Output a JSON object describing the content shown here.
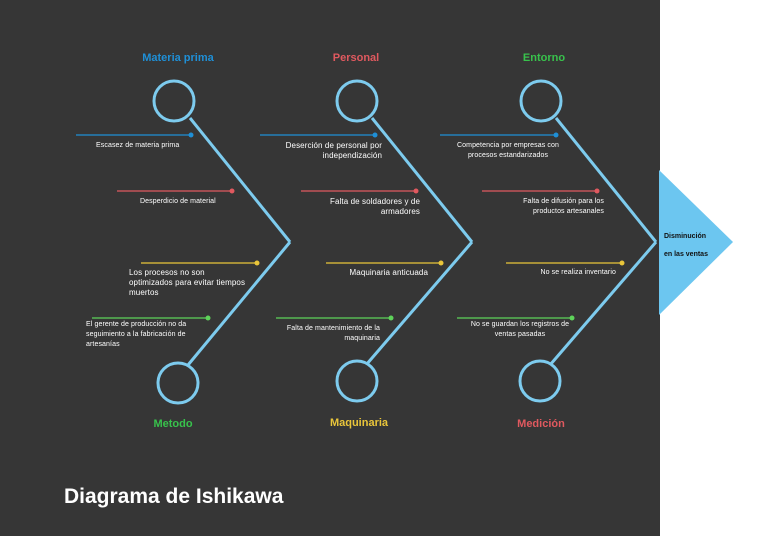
{
  "title": "Diagrama de Ishikawa",
  "effect": [
    "Disminución",
    "en las ventas"
  ],
  "colors": {
    "background": "#363636",
    "bone": "#7dcbee",
    "head": "#6cc6f0",
    "blue": "#1f8fd6",
    "red": "#e0595f",
    "yellow": "#e9c53a",
    "green": "#5ed35a"
  },
  "categories": [
    {
      "name": "Materia prima",
      "color": "#1f8fd6",
      "position": "top"
    },
    {
      "name": "Personal",
      "color": "#e0595f",
      "position": "top"
    },
    {
      "name": "Entorno",
      "color": "#38c24c",
      "position": "top"
    },
    {
      "name": "Metodo",
      "color": "#38c24c",
      "position": "bottom"
    },
    {
      "name": "Maquinaria",
      "color": "#e9c53a",
      "position": "bottom"
    },
    {
      "name": "Medición",
      "color": "#e0595f",
      "position": "bottom"
    }
  ],
  "causes": [
    {
      "text": "Escasez de materia prima",
      "color": "#1f8fd6"
    },
    {
      "text": "Desperdicio de material",
      "color": "#e0595f"
    },
    {
      "text": "Los procesos no son optimizados para evitar tiempos muertos",
      "color": "#e9c53a"
    },
    {
      "text": "El gerente de producción no da seguimiento a la fabricación de artesanías",
      "color": "#5ed35a"
    },
    {
      "text": "Deserción de personal por independización",
      "color": "#1f8fd6"
    },
    {
      "text": "Falta de soldadores y de armadores",
      "color": "#e0595f"
    },
    {
      "text": "Maquinaria anticuada",
      "color": "#e9c53a"
    },
    {
      "text": "Falta de mantenimiento de la maquinaria",
      "color": "#5ed35a"
    },
    {
      "text": "Competencia por empresas con procesos estandarizados",
      "color": "#1f8fd6"
    },
    {
      "text": "Falta de difusión para los productos artesanales",
      "color": "#e0595f"
    },
    {
      "text": "No se realiza inventario",
      "color": "#e9c53a"
    },
    {
      "text": "No se guardan los registros de ventas pasadas",
      "color": "#5ed35a"
    }
  ]
}
